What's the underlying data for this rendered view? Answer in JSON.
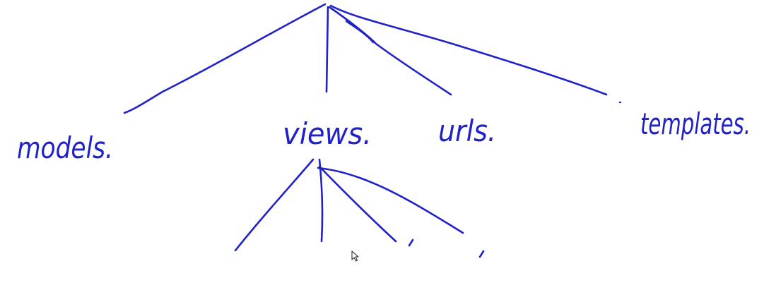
{
  "theme": {
    "ink_color": "#2121c8",
    "background_color": "#ffffff"
  },
  "diagram": {
    "nodes": {
      "models": "models.",
      "views": "views.",
      "urls": "urls.",
      "templates": "templates."
    }
  },
  "icons": {
    "cursor": "mouse-pointer-icon"
  }
}
